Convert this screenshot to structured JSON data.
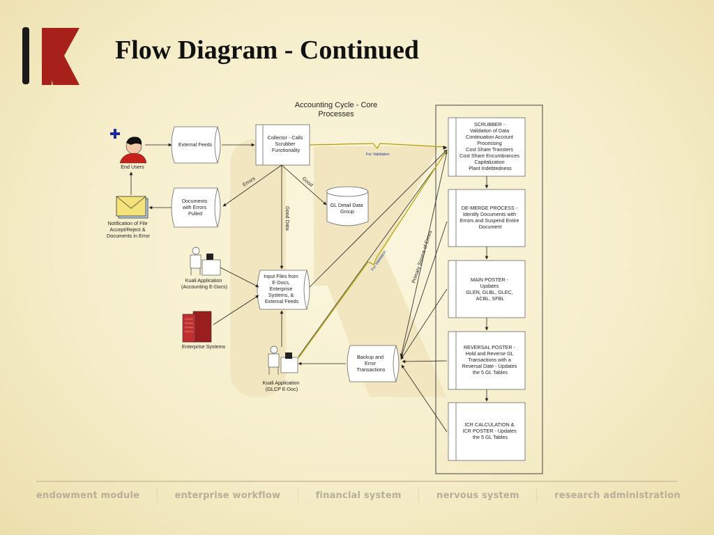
{
  "title": "Flow Diagram - Continued",
  "diagram": {
    "header": [
      "Accounting Cycle - Core",
      "Processes"
    ],
    "actors": {
      "end_users": "End Users",
      "notification": [
        "Notification of File",
        "Accept/Reject &",
        "Documents in Error"
      ],
      "kuali_edocs": [
        "Kuali Application",
        "(Accounting E-Docs)"
      ],
      "enterprise": "Enterprise Systems",
      "kuali_glcp": [
        "Kuali Application",
        "(GLCP E-Doc)"
      ]
    },
    "stores": {
      "external_feeds": "External Feeds",
      "documents_errors": [
        "Documents",
        "with Errors",
        "Pulled"
      ],
      "input_files": [
        "Input Files from",
        "E-Docs,",
        "Enterprise",
        "Systems, &",
        "External Feeds"
      ],
      "backup": [
        "Backup and",
        "Error",
        "Transactions"
      ],
      "gl_detail": [
        "GL Detail Data",
        "Group"
      ]
    },
    "collector": [
      "Collector - Calls",
      "Scrubber",
      "Functionality"
    ],
    "labels": {
      "errors": "Errors",
      "good": "Good",
      "good_data": "Good Data",
      "for_validation_1": "For Validation",
      "for_validation_2": "For Validation",
      "primary_source": "Primary Source of Errors"
    },
    "processes": [
      {
        "lines": [
          "SCRUBBER -",
          "Validation of Data",
          "Continuation Account",
          "Processing",
          "Cost Share Transters",
          "Cost Share Encumbrances",
          "Capitalization",
          "Plant Indebtedness"
        ]
      },
      {
        "lines": [
          "DE-MERGE PROCESS -",
          "Identify Documents with",
          "Errors and Suspend Entire",
          "Document"
        ]
      },
      {
        "lines": [
          "MAIN POSTER -",
          "Updates",
          "GLEN, GLBL, GLEC,",
          "ACBL, SFBL"
        ]
      },
      {
        "lines": [
          "REVERSAL POSTER -",
          "Hold and Reverse GL",
          "Transactions with a",
          "Reversal Date - Updates",
          "the 5 GL Tables"
        ]
      },
      {
        "lines": [
          "ICR CALCULATION &",
          "ICR POSTER - Updates",
          "the 5 GL Tables"
        ]
      }
    ]
  },
  "footer": [
    "endowment module",
    "enterprise workflow",
    "financial system",
    "nervous system",
    "research administration"
  ],
  "colors": {
    "background": "#f4ecc6",
    "logo_red": "#a8201a",
    "logo_black": "#1a1a1a",
    "footer_text": "#b8ae98",
    "lightning": "#e2cc20"
  },
  "icons": {
    "plus": "plus-icon",
    "person": "person-icon",
    "envelope": "envelope-icon",
    "worker": "worker-icon",
    "server": "server-icon"
  }
}
